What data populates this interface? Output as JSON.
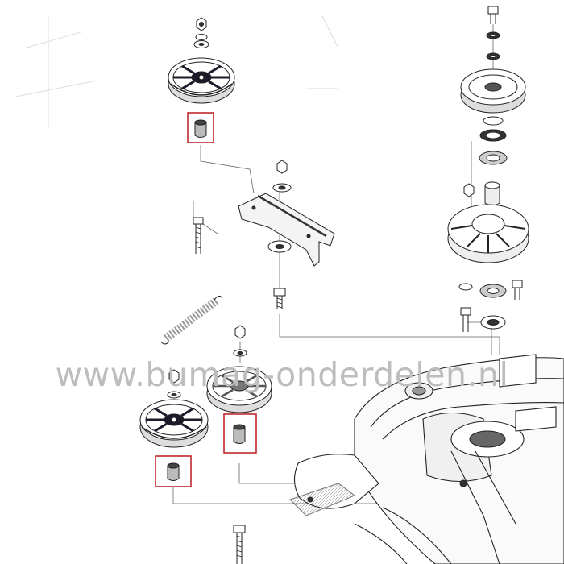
{
  "diagram": {
    "watermark_text": "www.bumag-onderdelen.nl",
    "highlight_color": "#c0282d",
    "parts": [
      {
        "name": "idler-pulley-upper",
        "highlighted": false
      },
      {
        "name": "pulley-spacer-upper",
        "highlighted": true
      },
      {
        "name": "idler-bracket",
        "highlighted": false
      },
      {
        "name": "tension-spring",
        "highlighted": false
      },
      {
        "name": "idler-pulley-lower-right",
        "highlighted": false
      },
      {
        "name": "pulley-spacer-lower-right",
        "highlighted": true
      },
      {
        "name": "idler-pulley-lower-left",
        "highlighted": false
      },
      {
        "name": "pulley-spacer-lower-left",
        "highlighted": true
      },
      {
        "name": "spindle-pulley-assembly",
        "highlighted": false
      },
      {
        "name": "mower-deck",
        "highlighted": false
      }
    ]
  }
}
